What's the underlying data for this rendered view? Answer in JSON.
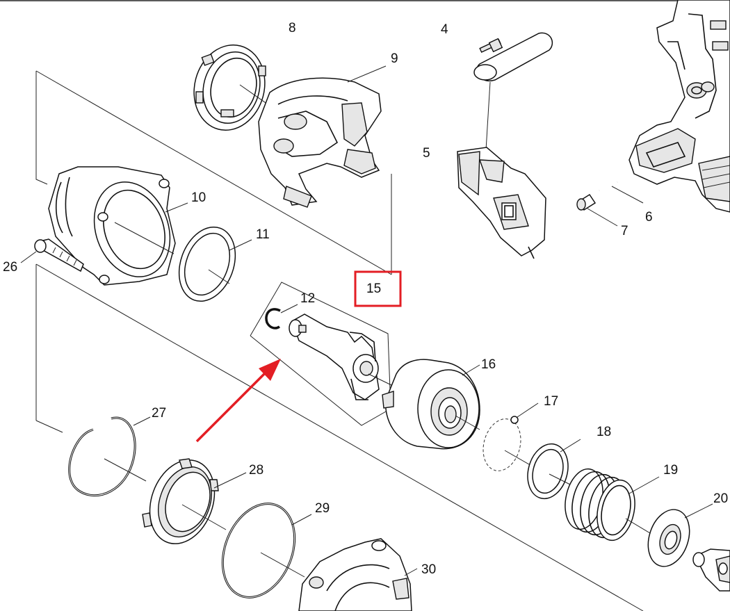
{
  "diagram": {
    "highlight_color": "#e31e24",
    "arrow_color": "#e31e24",
    "labels": {
      "p4": "4",
      "p5": "5",
      "p6": "6",
      "p7": "7",
      "p8": "8",
      "p9": "9",
      "p10": "10",
      "p11": "11",
      "p12": "12",
      "p15": "15",
      "p16": "16",
      "p17": "17",
      "p18": "18",
      "p19": "19",
      "p20": "20",
      "p26": "26",
      "p27": "27",
      "p28": "28",
      "p29": "29",
      "p30": "30"
    }
  }
}
